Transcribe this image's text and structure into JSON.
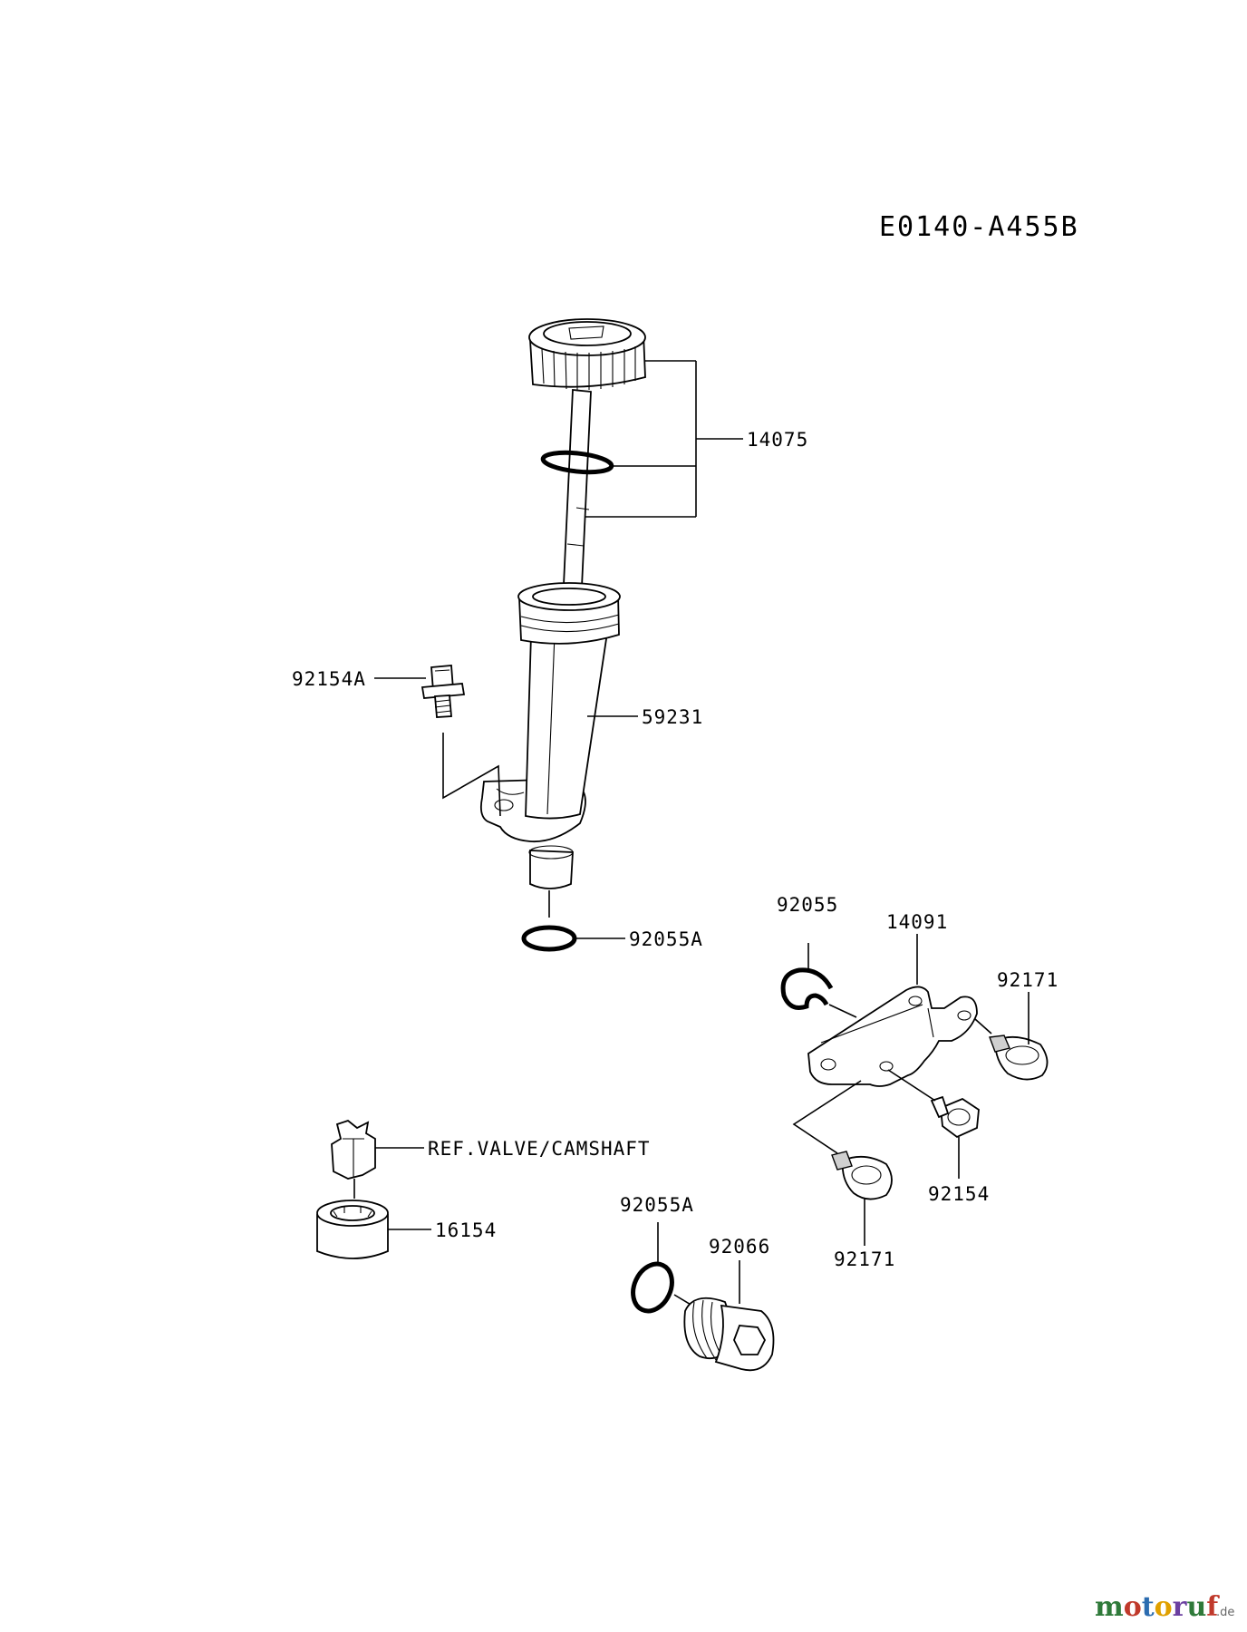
{
  "diagram_code": "E0140-A455B",
  "watermark": {
    "brand": "motoruf",
    "suffix": ".de",
    "colors": [
      "#2f7a3a",
      "#c0392b",
      "#2b6cb0",
      "#e0a000",
      "#6b3fa0"
    ]
  },
  "callouts": {
    "oil_filler_cap": "14075",
    "oil_filler_tube": "59231",
    "tube_bolt": "92154A",
    "tube_o_ring": "92055A",
    "breather_o_ring": "92055",
    "bracket": "14091",
    "clamp_upper": "92171",
    "clamp_lower": "92171",
    "bracket_bolt": "92154",
    "ref_note": "REF.VALVE/CAMSHAFT",
    "gear": "16154",
    "drain_o_ring": "92055A",
    "drain_plug": "92066"
  }
}
